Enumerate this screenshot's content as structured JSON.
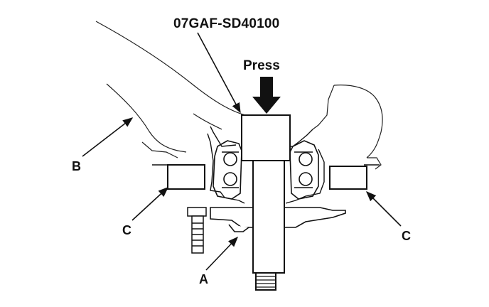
{
  "labels": {
    "tool": "07GAF-SD40100",
    "press": "Press",
    "b": "B",
    "c_left": "C",
    "c_right": "C",
    "a": "A"
  },
  "colors": {
    "line": "#111111",
    "background": "#ffffff"
  }
}
